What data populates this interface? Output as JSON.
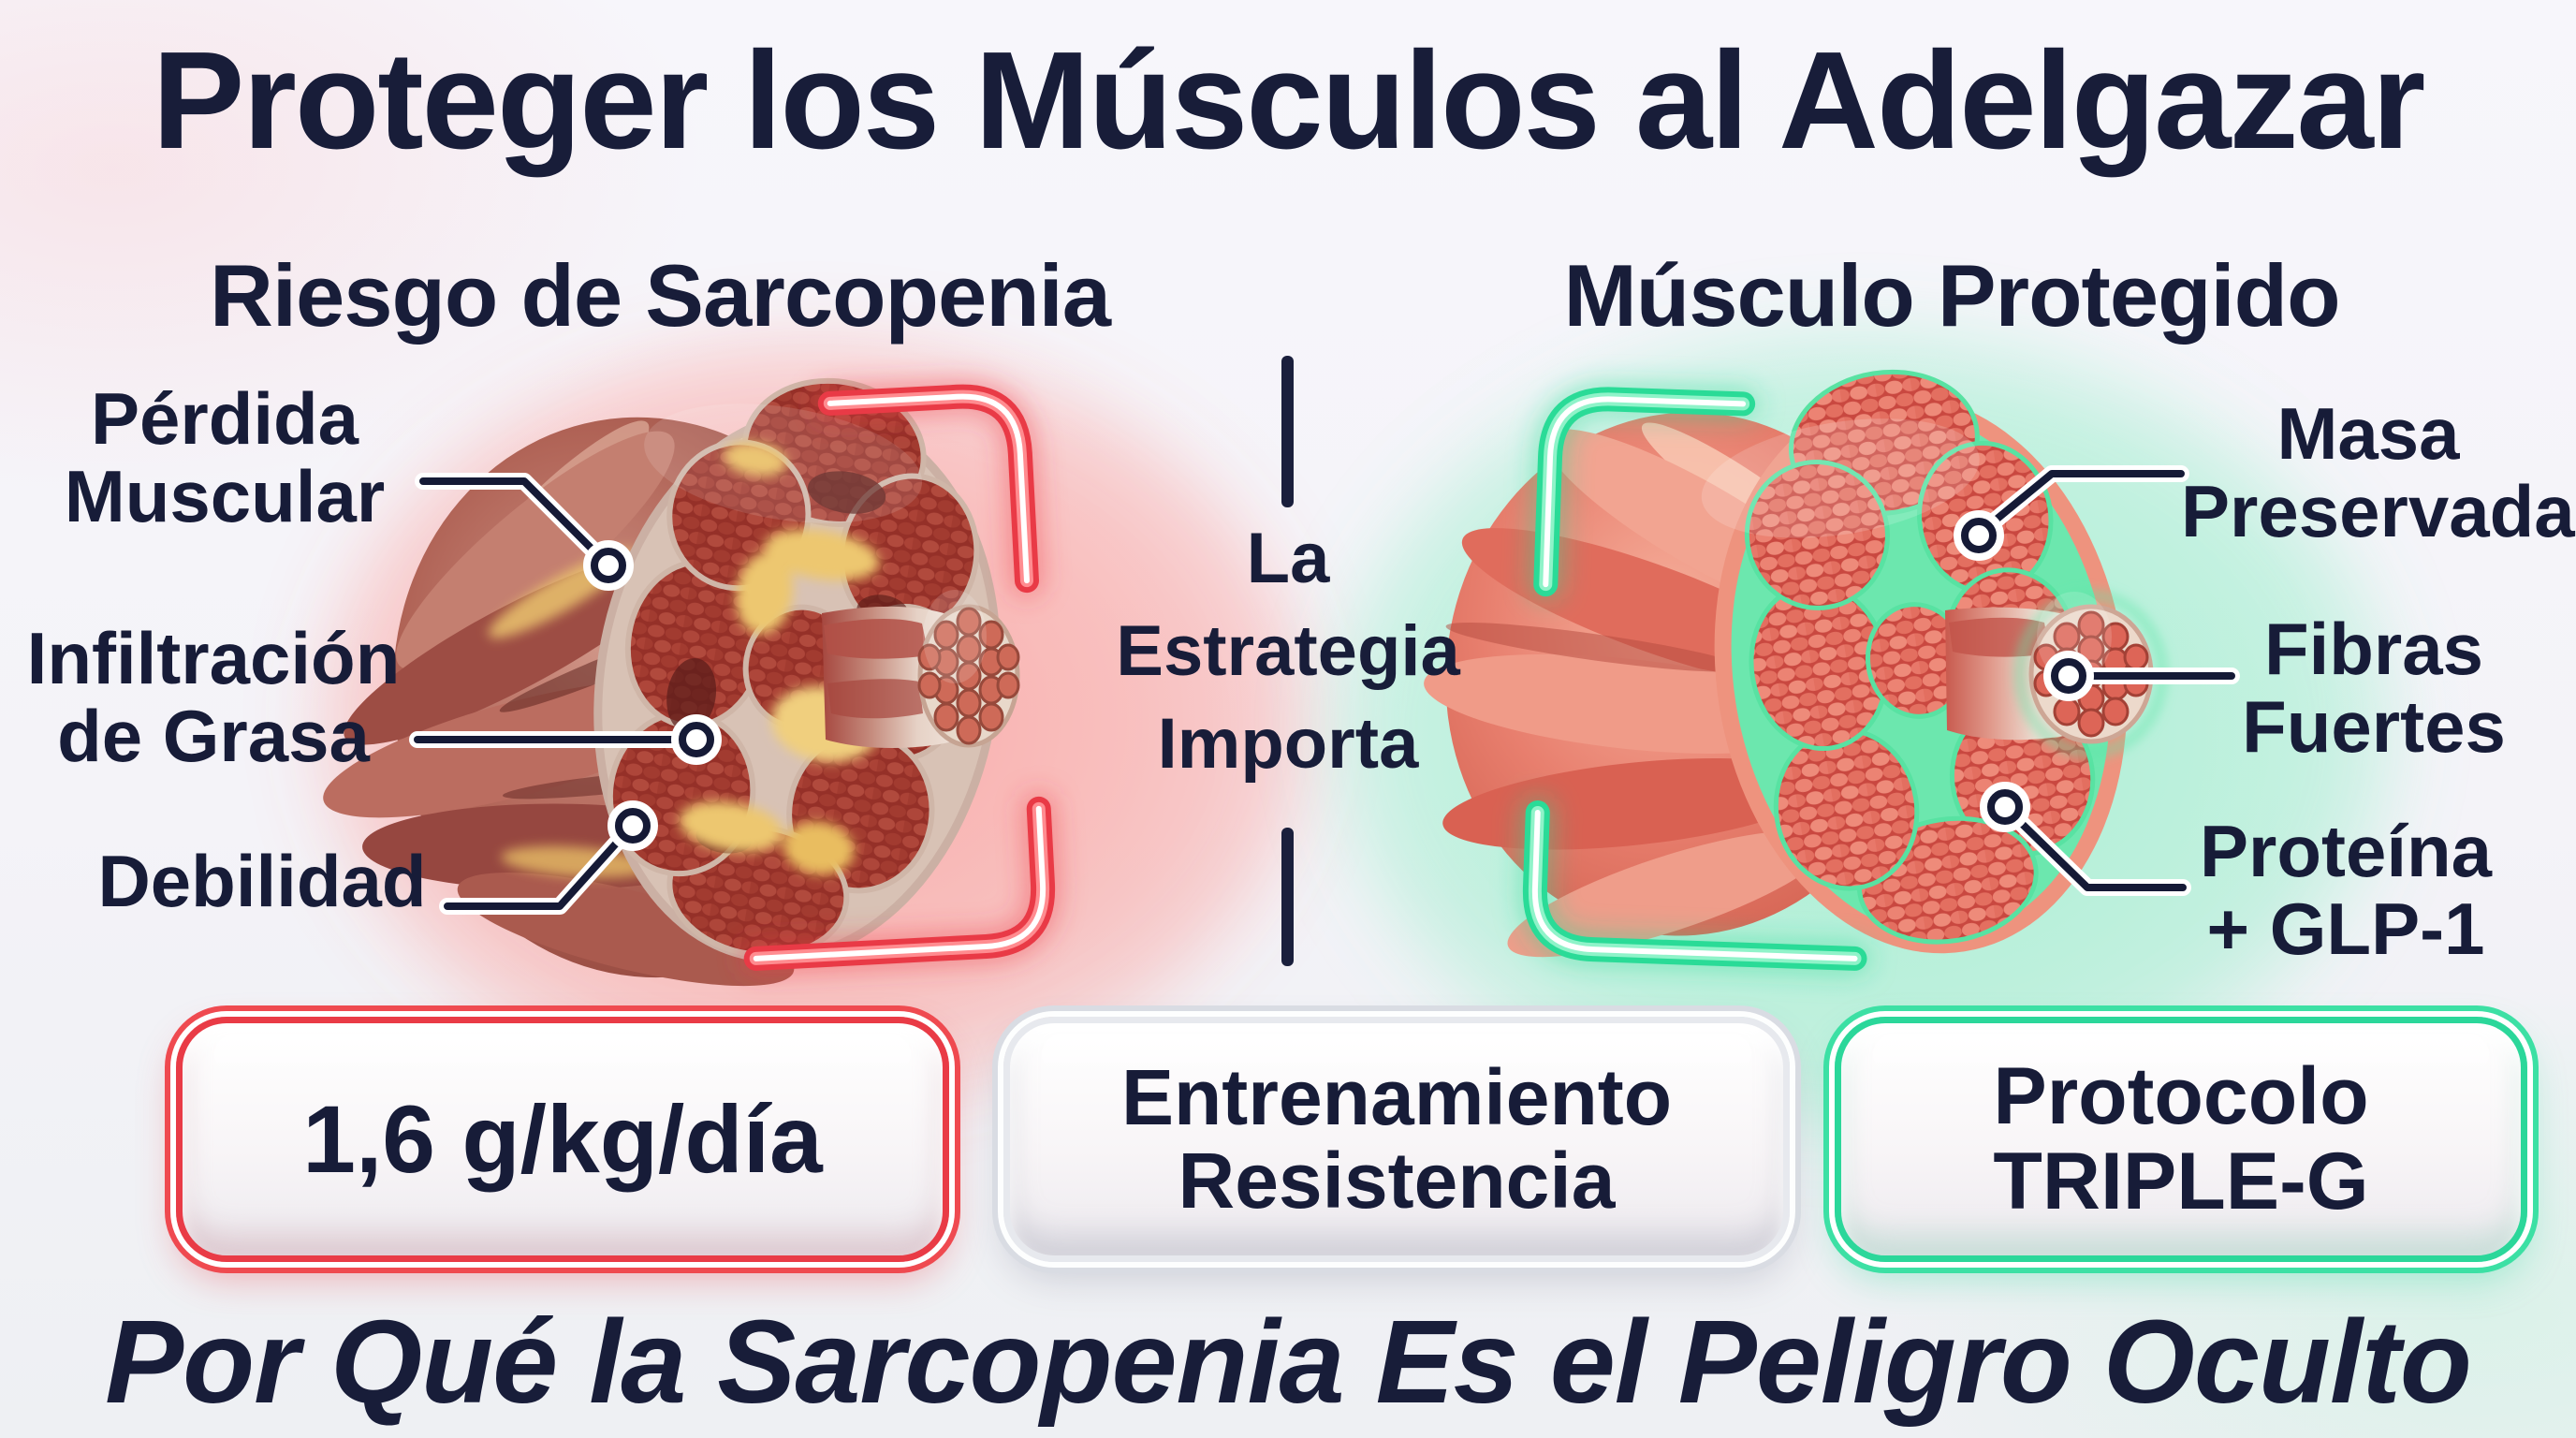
{
  "title": "Proteger los Músculos al Adelgazar",
  "left": {
    "heading": "Riesgo de Sarcopenia",
    "callouts": [
      {
        "label": "Pérdida\nMuscular"
      },
      {
        "label": "Infiltración\nde Grasa"
      },
      {
        "label": "Debilidad"
      }
    ]
  },
  "right": {
    "heading": "Músculo Protegido",
    "callouts": [
      {
        "label": "Masa\nPreservada"
      },
      {
        "label": "Fibras\nFuertes"
      },
      {
        "label": "Proteína\n+ GLP-1"
      }
    ]
  },
  "center": {
    "message": "La\nEstrategia\nImporta"
  },
  "badges": [
    {
      "label": "1,6 g/kg/día",
      "accent": "red"
    },
    {
      "label": "Entrenamiento\nResistencia",
      "accent": "silver"
    },
    {
      "label": "Protocolo\nTRIPLE-G",
      "accent": "green"
    }
  ],
  "footer": "Por Qué la Sarcopenia Es el Peligro Oculto",
  "colors": {
    "text_navy": "#181d39",
    "risk_red": "#e93b46",
    "protect_green": "#2bd79a",
    "fat_yellow": "#edc76f"
  }
}
